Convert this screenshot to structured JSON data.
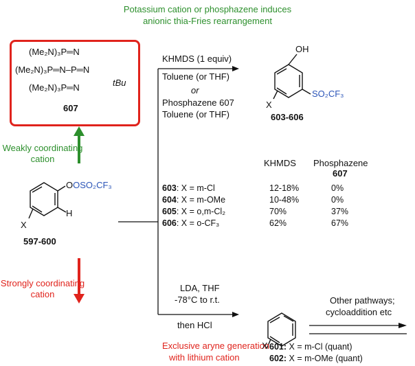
{
  "header": {
    "line1": "Potassium cation or phosphazene induces",
    "line2": "anionic thia-Fries rearrangement"
  },
  "phosphazene": {
    "line1": "(Me₂N)₃P═N",
    "line2": "(Me₂N)₃P═N–P═N",
    "line3": "(Me₂N)₃P═N",
    "tbu": "tBu",
    "label": "607"
  },
  "weak": {
    "line1": "Weakly coordinating",
    "line2": "cation"
  },
  "strong": {
    "line1": "Strongly coordinating",
    "line2": "cation"
  },
  "starting": {
    "substituent": "OSO₂CF₃",
    "x": "X",
    "h": "H",
    "label": "597-600"
  },
  "top_reaction": {
    "cond1": "KHMDS (1 equiv)",
    "cond2": "Toluene (or THF)",
    "or": "or",
    "cond3": "Phosphazene 607",
    "cond4": "Toluene (or THF)"
  },
  "product_top": {
    "oh": "OH",
    "so2cf3": "SO₂CF₃",
    "x": "X",
    "label": "603-606"
  },
  "table": {
    "col1": "KHMDS",
    "col2": "Phosphazene",
    "col2b": "607",
    "rows": [
      {
        "id": "603",
        "cond": ": X = m-Cl",
        "khmds": "12-18%",
        "phos": "0%"
      },
      {
        "id": "604",
        "cond": ": X = m-OMe",
        "khmds": "10-48%",
        "phos": "0%"
      },
      {
        "id": "605",
        "cond": ": X = o,m-Cl₂",
        "khmds": "70%",
        "phos": "37%"
      },
      {
        "id": "606",
        "cond": ": X = o-CF₃",
        "khmds": "62%",
        "phos": "67%"
      }
    ]
  },
  "bottom_reaction": {
    "cond1": "LDA, THF",
    "cond2": "-78°C to r.t.",
    "cond3": "then HCl",
    "aryne_line1": "Exclusive aryne generation",
    "aryne_line2": "with lithium cation"
  },
  "aryne": {
    "x": "X",
    "p1_id": "601:",
    "p1": " X = m-Cl (quant)",
    "p2_id": "602:",
    "p2": " X = m-OMe (quant)"
  },
  "other": {
    "line1": "Other pathways;",
    "line2": "cycloaddition etc"
  },
  "colors": {
    "green": "#2c8f2c",
    "red": "#e0231c",
    "blue": "#2b55b8"
  }
}
